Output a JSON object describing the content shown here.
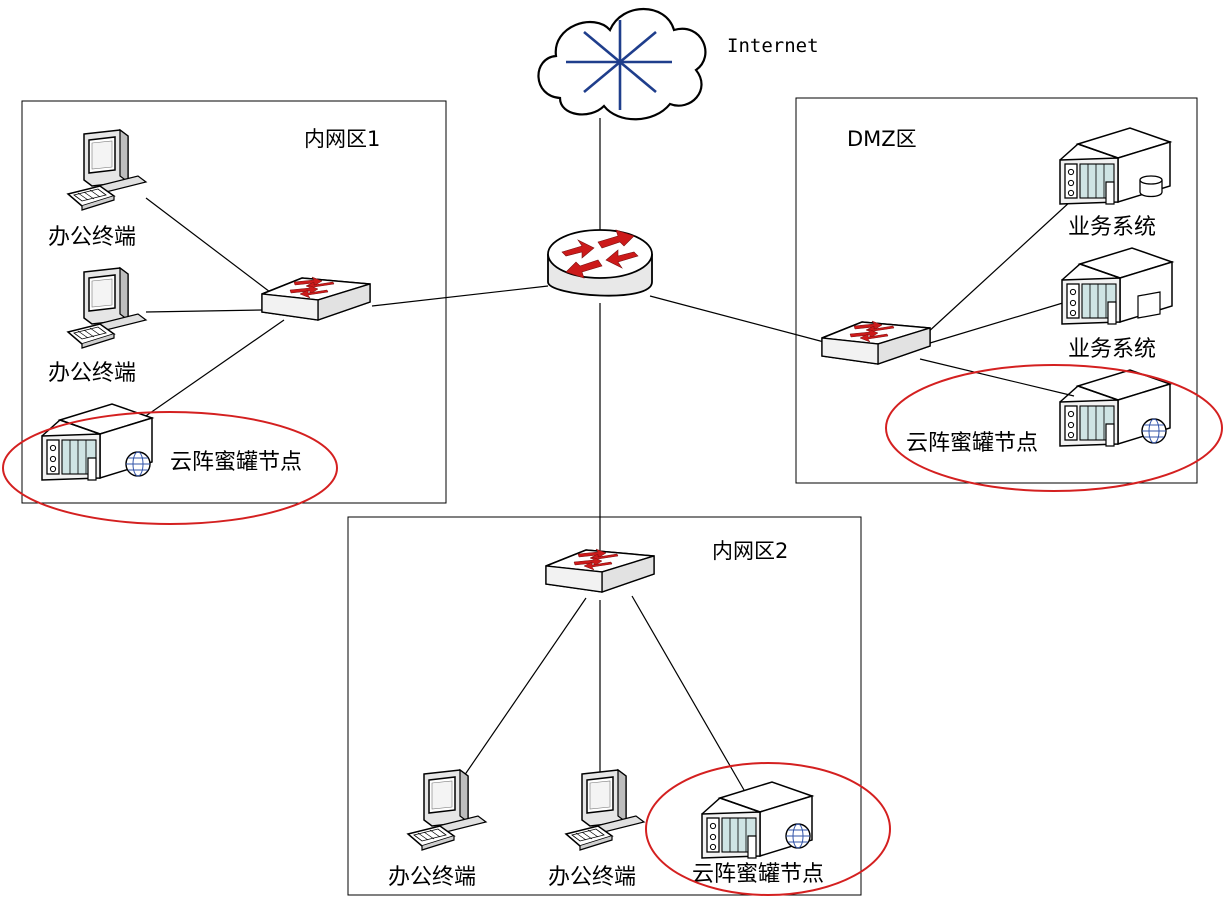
{
  "internet": {
    "label": "Internet"
  },
  "zones": {
    "intranet1": {
      "title": "内网区1"
    },
    "dmz": {
      "title": "DMZ区"
    },
    "intranet2": {
      "title": "内网区2"
    }
  },
  "nodes": {
    "pc_z1_1": {
      "label": "办公终端"
    },
    "pc_z1_2": {
      "label": "办公终端"
    },
    "honeypot_z1": {
      "label": "云阵蜜罐节点"
    },
    "biz_1": {
      "label": "业务系统"
    },
    "biz_2": {
      "label": "业务系统"
    },
    "honeypot_dmz": {
      "label": "云阵蜜罐节点"
    },
    "pc_z2_1": {
      "label": "办公终端"
    },
    "pc_z2_2": {
      "label": "办公终端"
    },
    "honeypot_z2": {
      "label": "云阵蜜罐节点"
    }
  },
  "colors": {
    "highlight": "#d42020",
    "cloud_star": "#1f3e8c",
    "arrow_red": "#cc1a1a",
    "device_gray": "#e6e6e6",
    "server_teal": "#cfe4e4"
  },
  "icons": [
    "cloud-icon",
    "router-icon",
    "switch-icon",
    "desktop-computer-icon",
    "server-icon",
    "database-icon",
    "globe-icon"
  ]
}
